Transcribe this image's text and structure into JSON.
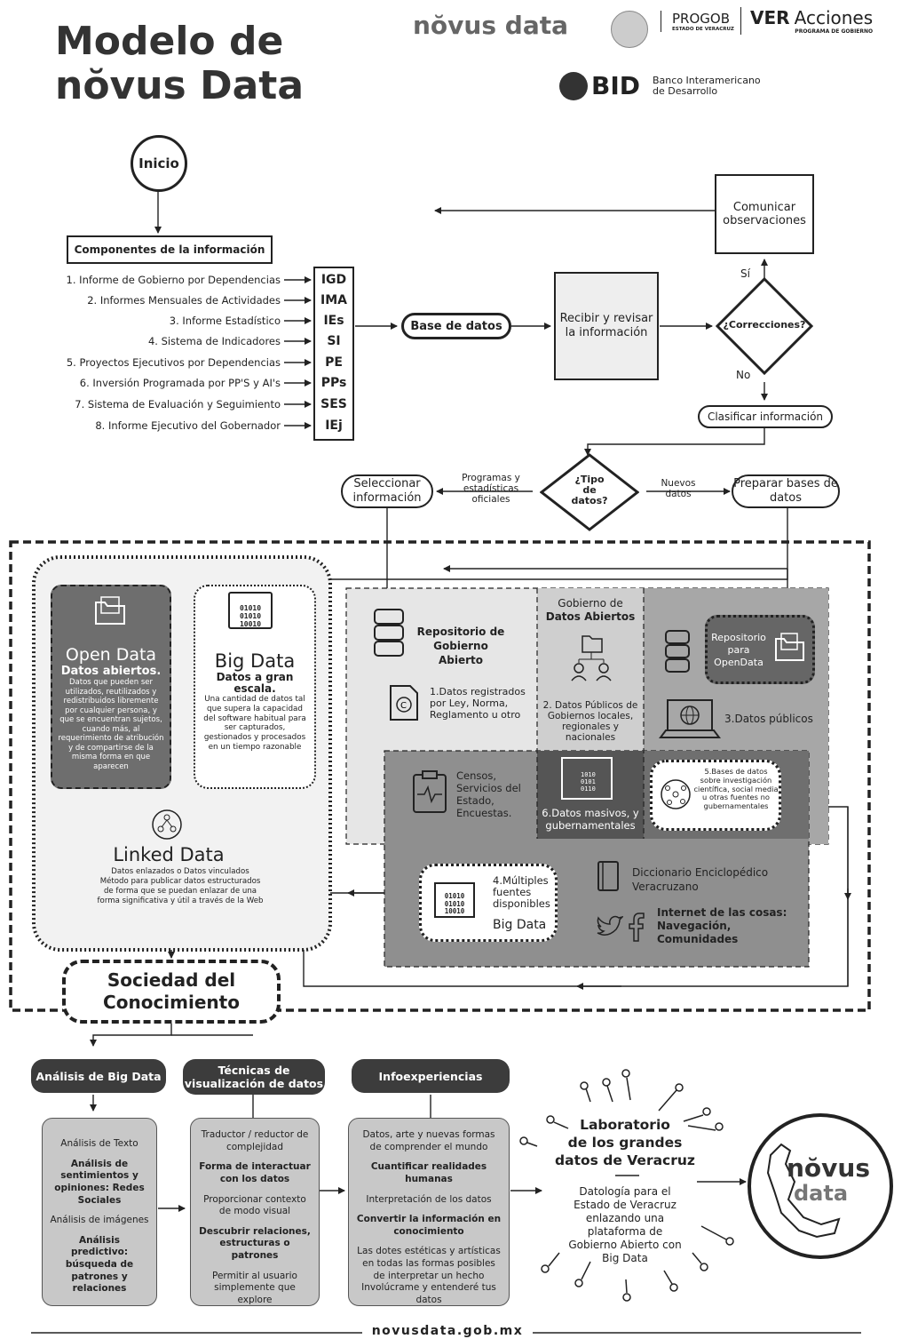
{
  "header": {
    "title_line1": "Modelo de",
    "title_line2": "nŏvus Data",
    "logo_novus": "nŏvus data",
    "progob": "PROGOB",
    "progob_sub": "ESTADO DE VERACRUZ",
    "ver": "VER",
    "acciones": "Acciones",
    "acciones_sub": "PROGRAMA DE GOBIERNO",
    "bid": "BID",
    "bid_name_1": "Banco Interamericano",
    "bid_name_2": "de Desarrollo"
  },
  "flow": {
    "inicio": "Inicio",
    "componentes": "Componentes de la información",
    "comunicar": "Comunicar observaciones",
    "base_datos": "Base de datos",
    "recibir": "Recibir y revisar la información",
    "correcciones": "¿Correcciones?",
    "si": "Sí",
    "no": "No",
    "clasificar": "Clasificar información",
    "tipo": "¿Tipo de datos?",
    "programas": "Programas y estadísticas oficiales",
    "nuevos": "Nuevos datos",
    "seleccionar": "Seleccionar información",
    "preparar": "Preparar bases de datos"
  },
  "components": [
    {
      "label": "1. Informe de Gobierno por Dependencias",
      "code": "IGD"
    },
    {
      "label": "2. Informes Mensuales de Actividades",
      "code": "IMA"
    },
    {
      "label": "3. Informe Estadístico",
      "code": "IEs"
    },
    {
      "label": "4. Sistema de Indicadores",
      "code": "SI"
    },
    {
      "label": "5. Proyectos Ejecutivos por Dependencias",
      "code": "PE"
    },
    {
      "label": "6. Inversión Programada por PP'S y AI's",
      "code": "PPs"
    },
    {
      "label": "7. Sistema de Evaluación y Seguimiento",
      "code": "SES"
    },
    {
      "label": "8. Informe Ejecutivo del Gobernador",
      "code": "IEj"
    }
  ],
  "left_panel": {
    "open_title": "Open Data",
    "open_sub": "Datos abiertos.",
    "open_desc": "Datos que pueden ser utilizados, reutilizados y redistribuidos libremente por cualquier persona, y que se encuentran sujetos, cuando más, al requerimiento de atribución y de compartirse de la misma forma en que aparecen",
    "big_title": "Big Data",
    "big_sub": "Datos a gran escala.",
    "big_desc": "Una cantidad de datos tal que supera la capacidad del software habitual para ser capturados, gestionados y procesados en un tiempo razonable",
    "linked_title": "Linked Data",
    "linked_desc": "Datos enlazados o Datos vinculados Método para publicar datos estructurados de forma que se puedan enlazar de una forma significativa y útil a través de la Web"
  },
  "right_panel": {
    "repositorio": "Repositorio de Gobierno Abierto",
    "d1": "1.Datos registrados por Ley, Norma, Reglamento u otro",
    "gob_title_1": "Gobierno de",
    "gob_title_2": "Datos Abiertos",
    "d2": "2. Datos Públicos de Gobiernos locales, regionales y nacionales",
    "repo_open": "Repositorio para OpenData",
    "d3": "3.Datos públicos",
    "censos": "Censos, Servicios del Estado, Encuestas.",
    "d6": "6.Datos masivos, y gubernamentales",
    "d5": "5.Bases de datos sobre investigación científica, social media u otras fuentes no gubernamentales",
    "d4": "4.Múltiples fuentes disponibles",
    "d4_big": "Big Data",
    "diccionario": "Diccionario Enciclopédico Veracruzano",
    "internet": "Internet de las cosas: Navegación, Comunidades"
  },
  "sociedad": "Sociedad del Conocimiento",
  "bottom": {
    "col1_header": "Análisis de Big Data",
    "col2_header": "Técnicas de visualización de datos",
    "col3_header": "Infoexperiencias",
    "col1": [
      {
        "text": "Análisis de Texto",
        "bold": false
      },
      {
        "text": "Análisis de sentimientos y opiniones: Redes Sociales",
        "bold": true
      },
      {
        "text": "Análisis de imágenes",
        "bold": false
      },
      {
        "text": "Análisis predictivo: búsqueda de patrones y relaciones",
        "bold": true
      }
    ],
    "col2": [
      {
        "text": "Traductor / reductor de complejidad",
        "bold": false
      },
      {
        "text": "Forma de interactuar con los datos",
        "bold": true
      },
      {
        "text": "Proporcionar contexto de modo visual",
        "bold": false
      },
      {
        "text": "Descubrir relaciones, estructuras o patrones",
        "bold": true
      },
      {
        "text": "Permitir al usuario simplemente que explore",
        "bold": false
      }
    ],
    "col3": [
      {
        "text": "Datos, arte y nuevas formas de comprender el mundo",
        "bold": false
      },
      {
        "text": "Cuantificar realidades humanas",
        "bold": true
      },
      {
        "text": "Interpretación de los datos",
        "bold": false
      },
      {
        "text": "Convertir la información en conocimiento",
        "bold": true
      },
      {
        "text": "Las dotes estéticas y artísticas en todas las formas posibles de interpretar un hecho Involúcrame y entenderé tus datos",
        "bold": false
      }
    ],
    "lab_title_1": "Laboratorio",
    "lab_title_2": "de los grandes",
    "lab_title_3": "datos de Veracruz",
    "lab_desc": "Datología para el Estado de Veracruz enlazando una plataforma de Gobierno Abierto con Big Data",
    "logo_1": "nŏvus",
    "logo_2": "data"
  },
  "footer": "novusdata.gob.mx"
}
